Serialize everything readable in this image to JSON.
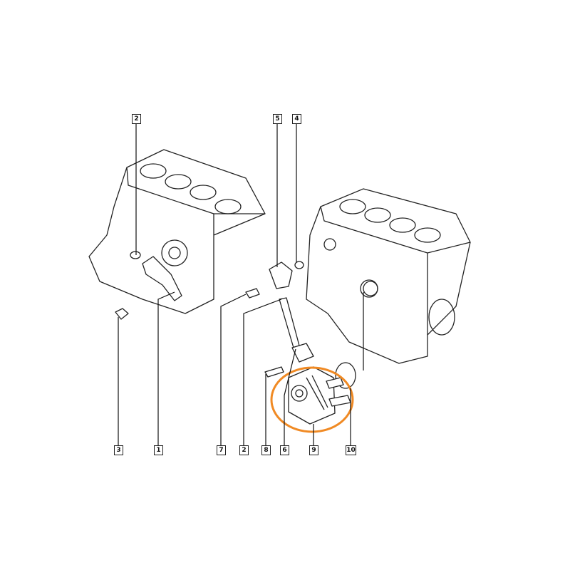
{
  "callouts_top": [
    "2",
    "5",
    "4"
  ],
  "callouts_bottom": [
    "3",
    "1",
    "7",
    "2",
    "8",
    "6",
    "9",
    "10"
  ],
  "highlight_color": "#f08a24",
  "highlighted_part": "9"
}
